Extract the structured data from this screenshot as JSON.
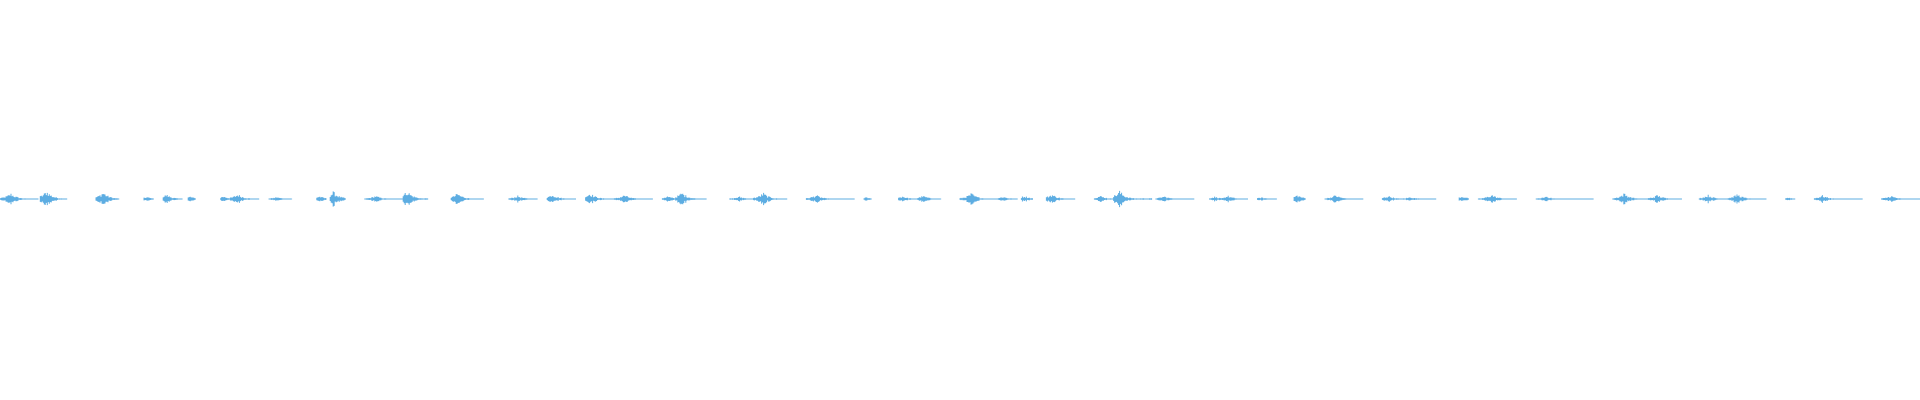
{
  "waveform": {
    "color": "#5dade2",
    "background": "#ffffff",
    "bursts": [
      [
        0.0,
        0.02,
        0.7
      ],
      [
        0.021,
        0.035,
        1.0
      ],
      [
        0.05,
        0.062,
        0.85
      ],
      [
        0.075,
        0.08,
        0.25
      ],
      [
        0.085,
        0.095,
        0.55
      ],
      [
        0.098,
        0.102,
        0.3
      ],
      [
        0.115,
        0.12,
        0.35
      ],
      [
        0.12,
        0.135,
        0.6
      ],
      [
        0.14,
        0.152,
        0.25
      ],
      [
        0.165,
        0.17,
        0.35
      ],
      [
        0.172,
        0.18,
        0.9
      ],
      [
        0.19,
        0.21,
        0.4
      ],
      [
        0.21,
        0.223,
        1.0
      ],
      [
        0.235,
        0.252,
        0.7
      ],
      [
        0.265,
        0.28,
        0.4
      ],
      [
        0.285,
        0.3,
        0.6
      ],
      [
        0.305,
        0.32,
        0.75
      ],
      [
        0.32,
        0.34,
        0.5
      ],
      [
        0.345,
        0.353,
        0.35
      ],
      [
        0.352,
        0.368,
        0.8
      ],
      [
        0.38,
        0.395,
        0.3
      ],
      [
        0.392,
        0.41,
        0.75
      ],
      [
        0.42,
        0.445,
        0.5
      ],
      [
        0.45,
        0.454,
        0.2
      ],
      [
        0.468,
        0.478,
        0.35
      ],
      [
        0.478,
        0.49,
        0.4
      ],
      [
        0.5,
        0.52,
        0.7
      ],
      [
        0.52,
        0.53,
        0.3
      ],
      [
        0.532,
        0.538,
        0.4
      ],
      [
        0.545,
        0.56,
        0.6
      ],
      [
        0.57,
        0.58,
        0.4
      ],
      [
        0.58,
        0.6,
        1.0
      ],
      [
        0.602,
        0.622,
        0.35
      ],
      [
        0.63,
        0.64,
        0.3
      ],
      [
        0.635,
        0.65,
        0.4
      ],
      [
        0.655,
        0.665,
        0.2
      ],
      [
        0.674,
        0.68,
        0.5
      ],
      [
        0.69,
        0.71,
        0.5
      ],
      [
        0.72,
        0.73,
        0.4
      ],
      [
        0.73,
        0.748,
        0.25
      ],
      [
        0.76,
        0.765,
        0.35
      ],
      [
        0.77,
        0.79,
        0.55
      ],
      [
        0.8,
        0.83,
        0.3
      ],
      [
        0.84,
        0.858,
        0.7
      ],
      [
        0.858,
        0.876,
        0.5
      ],
      [
        0.885,
        0.9,
        0.5
      ],
      [
        0.9,
        0.92,
        0.6
      ],
      [
        0.93,
        0.935,
        0.2
      ],
      [
        0.945,
        0.97,
        0.45
      ],
      [
        0.98,
        1.0,
        0.4
      ]
    ]
  }
}
